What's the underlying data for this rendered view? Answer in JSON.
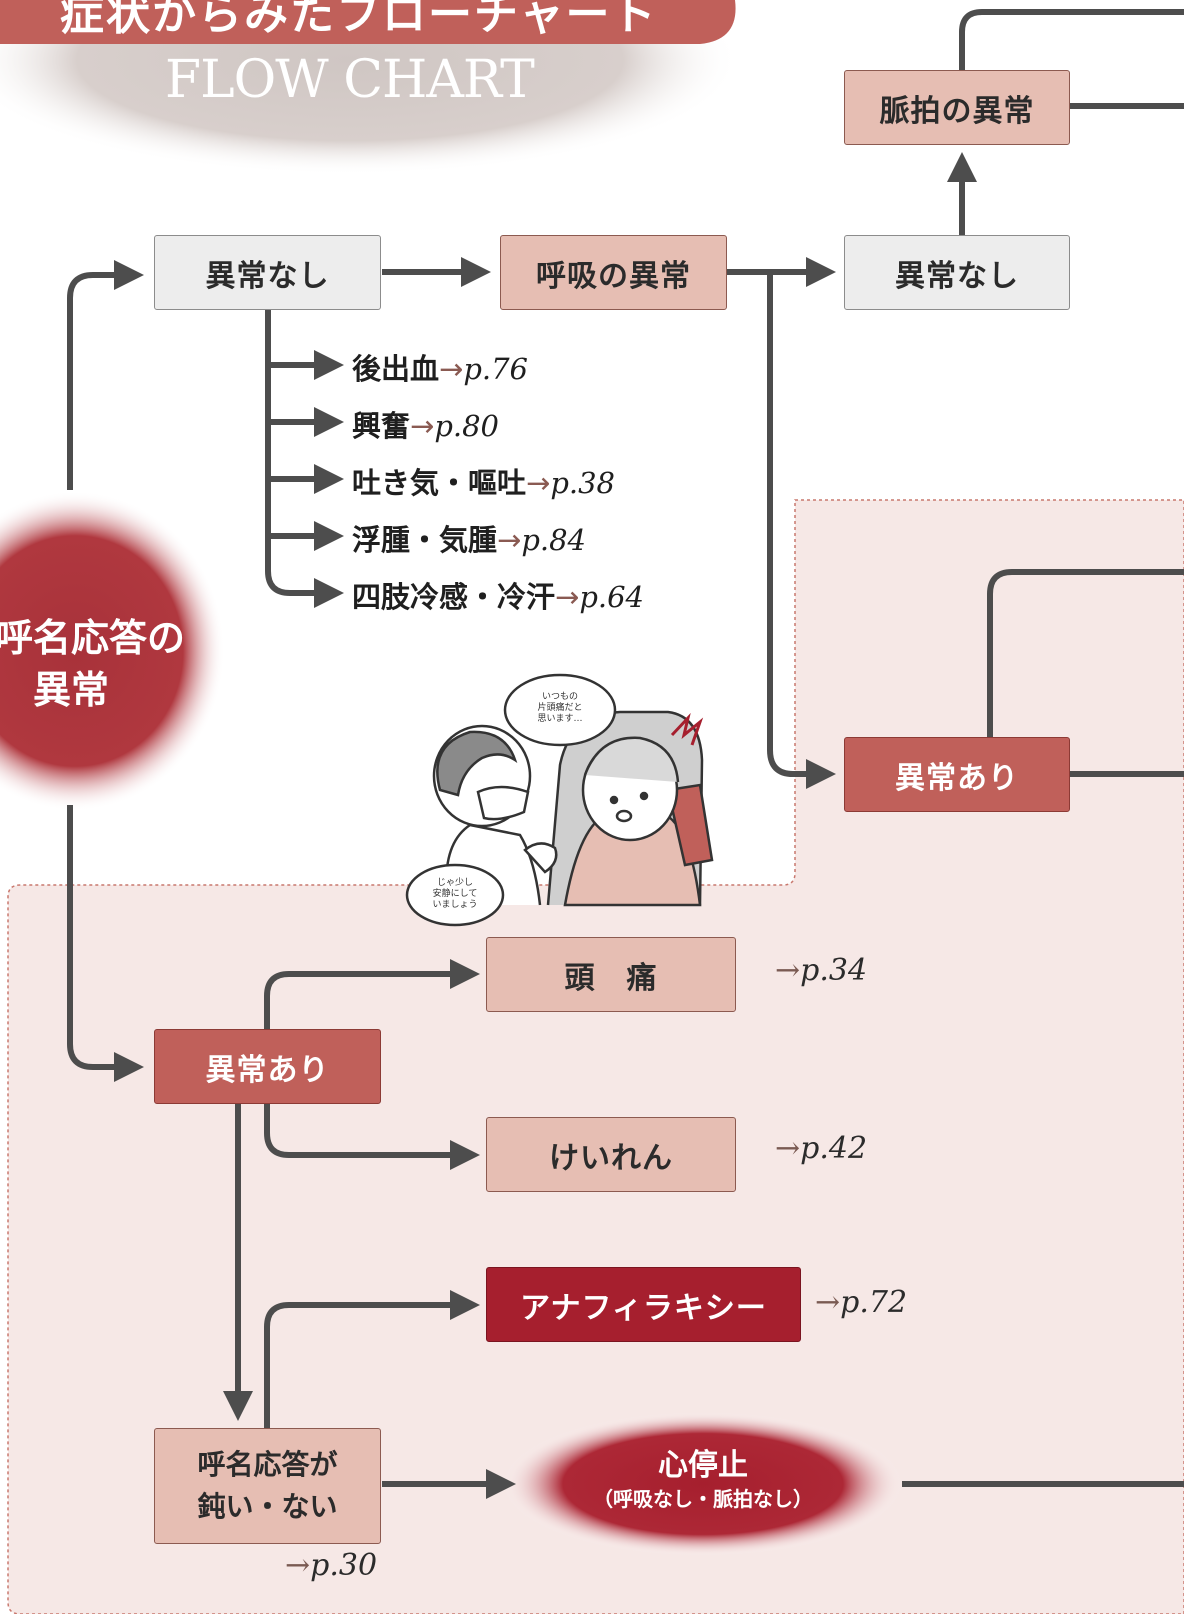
{
  "header": {
    "title_cut": "症状からみたフローチャート",
    "subtitle": "FLOW CHART"
  },
  "nodes": {
    "start": {
      "line1": "呼名応答の",
      "line2": "異常"
    },
    "normal_1": "異常なし",
    "breath_abnormal": "呼吸の異常",
    "normal_2": "異常なし",
    "pulse_abnormal": "脈拍の異常",
    "abnormal_right": "異常あり",
    "abnormal_left": "異常あり",
    "headache": "頭　痛",
    "convulsion": "けいれん",
    "anaphylaxis": "アナフィラキシー",
    "weak_response": {
      "line1": "呼名応答が",
      "line2": "鈍い・ない"
    },
    "cardiac_arrest": {
      "line1": "心停止",
      "line2": "（呼吸なし・脈拍なし）"
    }
  },
  "branches": [
    {
      "label": "後出血",
      "arrow": "→",
      "page": "p.76"
    },
    {
      "label": "興奮",
      "arrow": "→",
      "page": "p.80"
    },
    {
      "label": "吐き気・嘔吐",
      "arrow": "→",
      "page": "p.38"
    },
    {
      "label": "浮腫・気腫",
      "arrow": "→",
      "page": "p.84"
    },
    {
      "label": "四肢冷感・冷汗",
      "arrow": "→",
      "page": "p.64"
    }
  ],
  "refs": {
    "headache": {
      "arrow": "→",
      "page": "p.34"
    },
    "convulsion": {
      "arrow": "→",
      "page": "p.42"
    },
    "anaphylaxis": {
      "arrow": "→",
      "page": "p.72"
    },
    "weak_response": {
      "arrow": "→",
      "page": "p.30"
    }
  },
  "illustration": {
    "bubble_patient": [
      "いつもの",
      "片頭痛だと",
      "思います…"
    ],
    "bubble_nurse": [
      "じゃ少し",
      "安静にして",
      "いましょう"
    ]
  },
  "colors": {
    "line": "#4d4d4d",
    "panel": "#f6e8e6",
    "panel_border": "#c9786e",
    "header_band": "#c0605a",
    "start_circle": "#a8323a",
    "cardiac_arrest": "#a61f2e"
  }
}
